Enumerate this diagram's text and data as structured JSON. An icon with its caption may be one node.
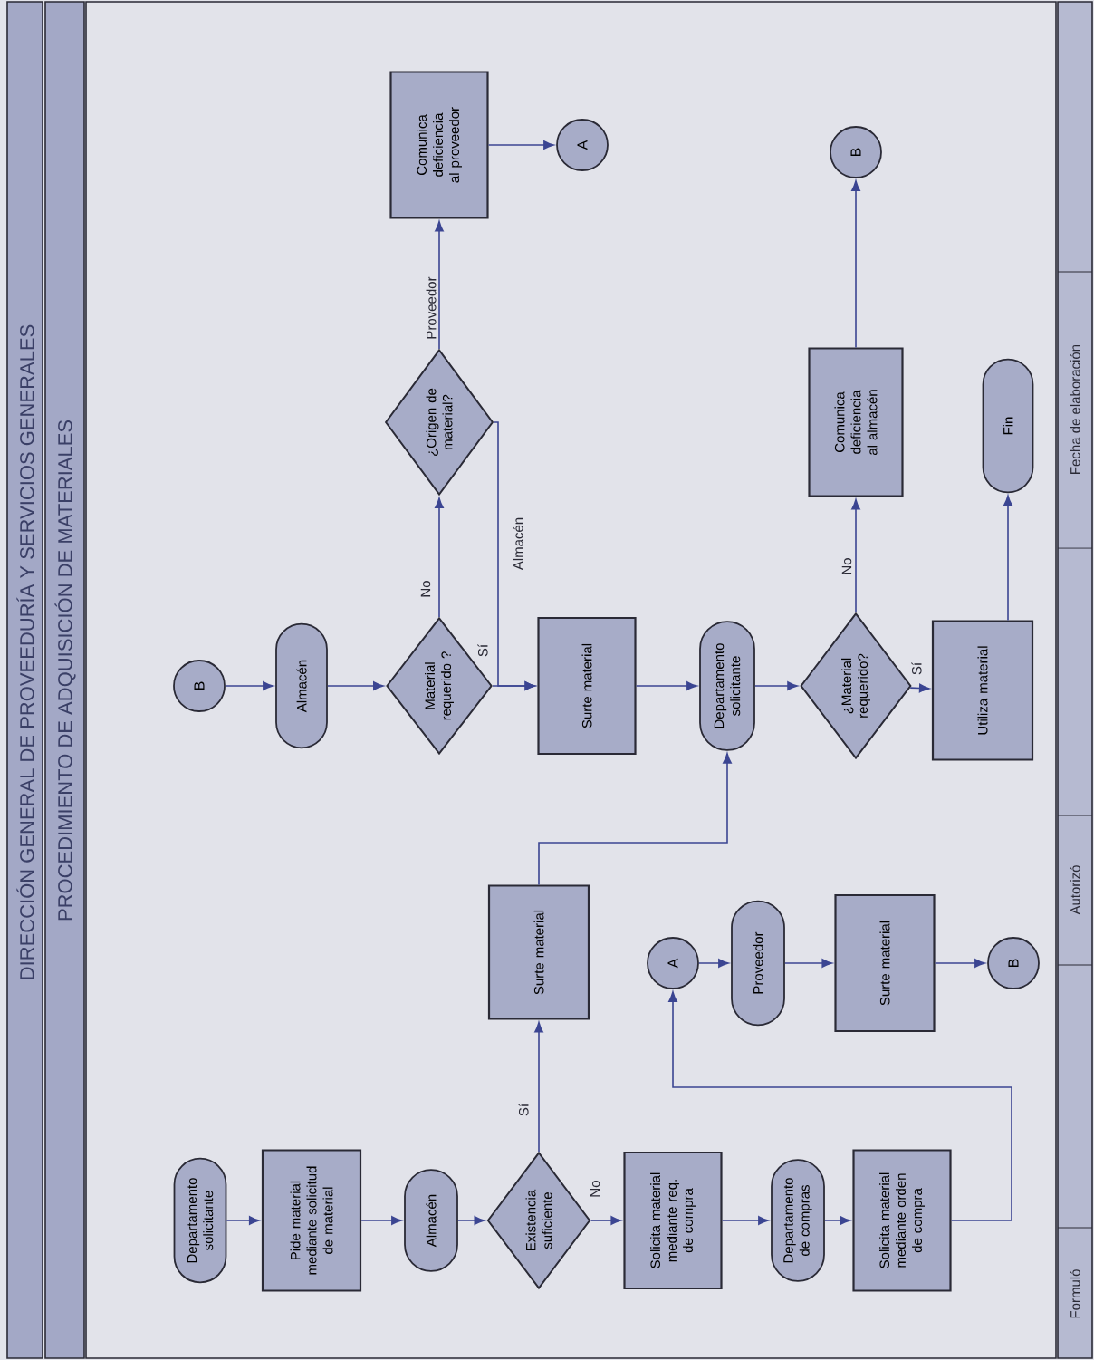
{
  "diagram": {
    "title": "DIRECCIÓN GENERAL DE PROVEEDURÍA Y SERVICIOS GENERALES",
    "nodes": [
      {
        "text": [
          "Departamento solicitante"
        ]
      },
      {
        "text": [
          "Pide material mediante solicitud de material"
        ]
      },
      {
        "text": [
          "Almacén"
        ]
      },
      {
        "text": [
          "Existencia suficiente"
        ]
      },
      {
        "text": [
          "Solicita material mediante req. de compra"
        ]
      },
      {
        "text": [
          "Departamento de compras"
        ]
      },
      {
        "text": [
          "Solicita material mediante orden de compra"
        ]
      },
      {
        "text": [
          "Surte material"
        ]
      },
      {
        "text": [
          "A"
        ]
      },
      {
        "text": [
          "Proveedor"
        ]
      },
      {
        "text": [
          "Surte material"
        ]
      },
      {
        "text": [
          "B"
        ]
      },
      {
        "text": [
          "B"
        ]
      },
      {
        "text": [
          "Almacén"
        ]
      },
      {
        "text": [
          "Material requerido ?"
        ]
      },
      {
        "text": [
          "Surte material"
        ]
      },
      {
        "text": [
          "Departamento solicitante"
        ]
      },
      {
        "text": [
          "¿Material requerido?"
        ]
      },
      {
        "text": [
          "Utiliza material"
        ]
      },
      {
        "text": [
          "¿Origen de material?"
        ]
      },
      {
        "text": [
          "Comunica deficiencia al proveedor"
        ]
      },
      {
        "text": [
          "A"
        ]
      },
      {
        "text": [
          "Comunica deficiencia al almacén"
        ]
      },
      {
        "text": [
          "B"
        ]
      },
      {
        "text": [
          "Fin"
        ]
      }
    ],
    "edges": [
      {
        "from": 0,
        "to": 1,
        "arrow": "to"
      },
      {
        "from": 1,
        "to": 2,
        "arrow": "to"
      },
      {
        "from": 2,
        "to": 3,
        "arrow": "to"
      },
      {
        "from": 3,
        "to": 7,
        "arrow": "to",
        "label": "Sí"
      },
      {
        "from": 3,
        "to": 4,
        "arrow": "to",
        "label": "No"
      },
      {
        "from": 4,
        "to": 5,
        "arrow": "to"
      },
      {
        "from": 5,
        "to": 6,
        "arrow": "to"
      },
      {
        "from": 6,
        "to": 8,
        "arrow": "to"
      },
      {
        "from": 8,
        "to": 9,
        "arrow": "to"
      },
      {
        "from": 9,
        "to": 10,
        "arrow": "to"
      },
      {
        "from": 10,
        "to": 11,
        "arrow": "to"
      },
      {
        "from": 7,
        "to": 16,
        "arrow": "to"
      },
      {
        "from": 12,
        "to": 13,
        "arrow": "to"
      },
      {
        "from": 13,
        "to": 14,
        "arrow": "to"
      },
      {
        "from": 14,
        "to": 15,
        "arrow": "to",
        "label": "Sí"
      },
      {
        "from": 14,
        "to": 19,
        "arrow": "to",
        "label": "No"
      },
      {
        "from": 19,
        "to": 20,
        "arrow": "to",
        "label": "Proveedor"
      },
      {
        "from": 19,
        "to": 15,
        "arrow": "to",
        "label": "Almacén"
      },
      {
        "from": 20,
        "to": 21,
        "arrow": "to"
      },
      {
        "from": 15,
        "to": 16,
        "arrow": "to"
      },
      {
        "from": 16,
        "to": 17,
        "arrow": "to"
      },
      {
        "from": 17,
        "to": 18,
        "arrow": "to",
        "label": "Sí"
      },
      {
        "from": 17,
        "to": 22,
        "arrow": "to",
        "label": "No"
      },
      {
        "from": 22,
        "to": 23,
        "arrow": "to"
      },
      {
        "from": 18,
        "to": 24,
        "arrow": "to"
      }
    ],
    "labels": [
      "PROCEDIMIENTO DE ADQUISICIÓN DE MATERIALES",
      "Formuló",
      "Autorizó",
      "Fecha de elaboración"
    ]
  }
}
